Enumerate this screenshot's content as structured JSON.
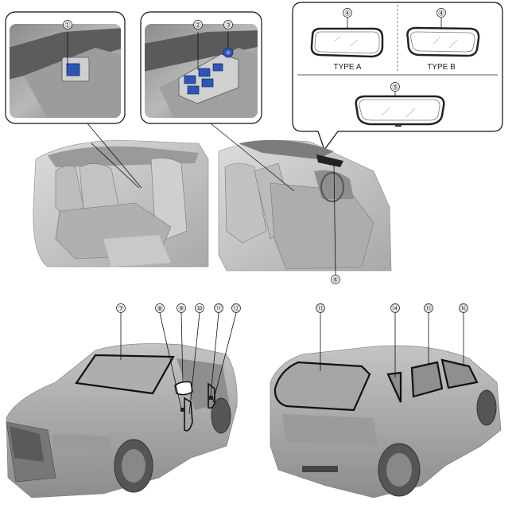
{
  "callouts": {
    "c1": "①",
    "c2": "②",
    "c3": "③",
    "c4a": "④",
    "c4b": "④",
    "c5": "⑤",
    "c6": "⑥",
    "c7": "⑦",
    "c8": "⑧",
    "c9": "⑨",
    "c10": "⑩",
    "c11": "⑪",
    "c12": "⑫",
    "c13": "⑬",
    "c14": "⑭",
    "c15": "⑮",
    "c16": "⑯"
  },
  "mirror_panel": {
    "type_a_label": "TYPE A",
    "type_b_label": "TYPE B"
  },
  "colors": {
    "switch_blue": "#2f55b4",
    "body_gray": "#a7a7a7",
    "dark_gray": "#6a6a6a",
    "outline": "#111111"
  }
}
